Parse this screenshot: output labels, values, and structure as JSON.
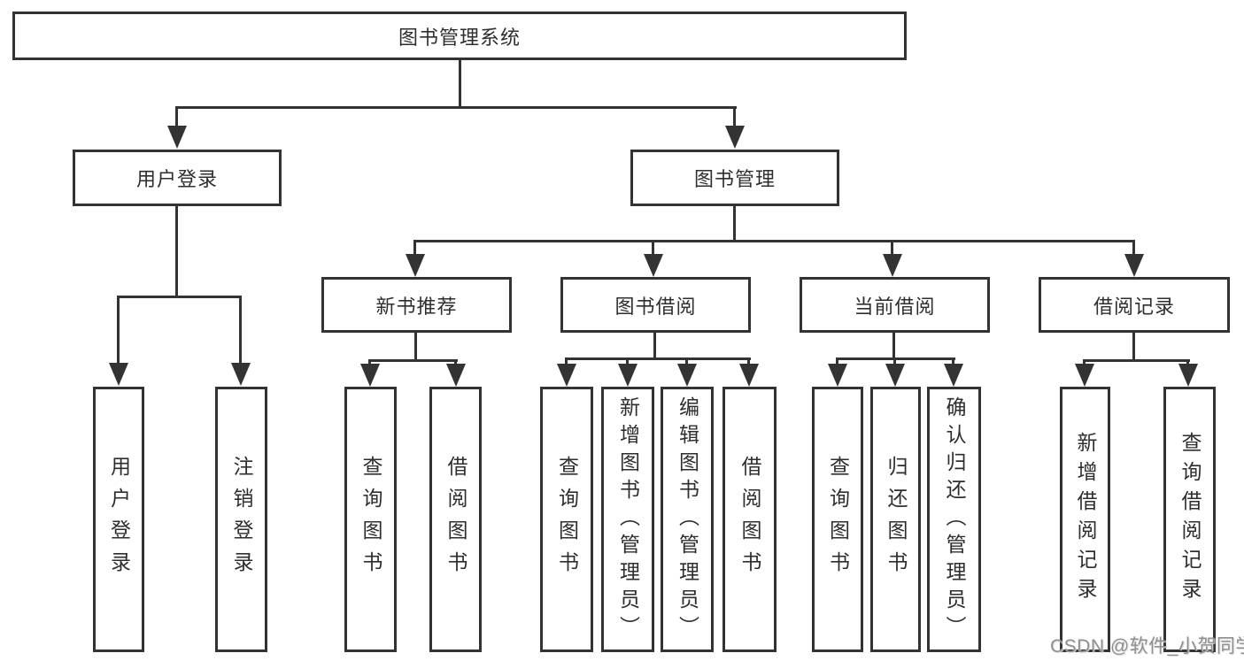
{
  "title": "图书管理系统",
  "watermark": "CSDN @软件_小贺同学",
  "colors": {
    "line": "#333333",
    "text": "#2e2e2e",
    "watermark": "#8f8f8f",
    "background": "#ffffff"
  },
  "nodes": {
    "root": {
      "label": "图书管理系统"
    },
    "userLogin": {
      "label": "用户登录"
    },
    "bookMgmt": {
      "label": "图书管理"
    },
    "newBookRec": {
      "label": "新书推荐"
    },
    "bookBorrow": {
      "label": "图书借阅"
    },
    "currentBorrow": {
      "label": "当前借阅"
    },
    "borrowRecord": {
      "label": "借阅记录"
    },
    "userLoginLeaf": {
      "label": "用户登录"
    },
    "logoutLeaf": {
      "label": "注销登录"
    },
    "queryBook1": {
      "label": "查询图书"
    },
    "borrowBook1": {
      "label": "借阅图书"
    },
    "queryBook2": {
      "label": "查询图书"
    },
    "addBook": {
      "label": "新增图书（管理员）"
    },
    "editBook": {
      "label": "编辑图书（管理员）"
    },
    "borrowBook2": {
      "label": "借阅图书"
    },
    "queryBook3": {
      "label": "查询图书"
    },
    "returnBook": {
      "label": "归还图书"
    },
    "confirmReturn": {
      "label": "确认归还（管理员）"
    },
    "addRecord": {
      "label": "新增借阅记录"
    },
    "queryRecord": {
      "label": "查询借阅记录"
    }
  },
  "edges": [
    {
      "from": "root",
      "to": "userLogin"
    },
    {
      "from": "root",
      "to": "bookMgmt"
    },
    {
      "from": "userLogin",
      "to": "userLoginLeaf"
    },
    {
      "from": "userLogin",
      "to": "logoutLeaf"
    },
    {
      "from": "bookMgmt",
      "to": "newBookRec"
    },
    {
      "from": "bookMgmt",
      "to": "bookBorrow"
    },
    {
      "from": "bookMgmt",
      "to": "currentBorrow"
    },
    {
      "from": "bookMgmt",
      "to": "borrowRecord"
    },
    {
      "from": "newBookRec",
      "to": "queryBook1"
    },
    {
      "from": "newBookRec",
      "to": "borrowBook1"
    },
    {
      "from": "bookBorrow",
      "to": "queryBook2"
    },
    {
      "from": "bookBorrow",
      "to": "addBook"
    },
    {
      "from": "bookBorrow",
      "to": "editBook"
    },
    {
      "from": "bookBorrow",
      "to": "borrowBook2"
    },
    {
      "from": "currentBorrow",
      "to": "queryBook3"
    },
    {
      "from": "currentBorrow",
      "to": "returnBook"
    },
    {
      "from": "currentBorrow",
      "to": "confirmReturn"
    },
    {
      "from": "borrowRecord",
      "to": "addRecord"
    },
    {
      "from": "borrowRecord",
      "to": "queryRecord"
    }
  ]
}
